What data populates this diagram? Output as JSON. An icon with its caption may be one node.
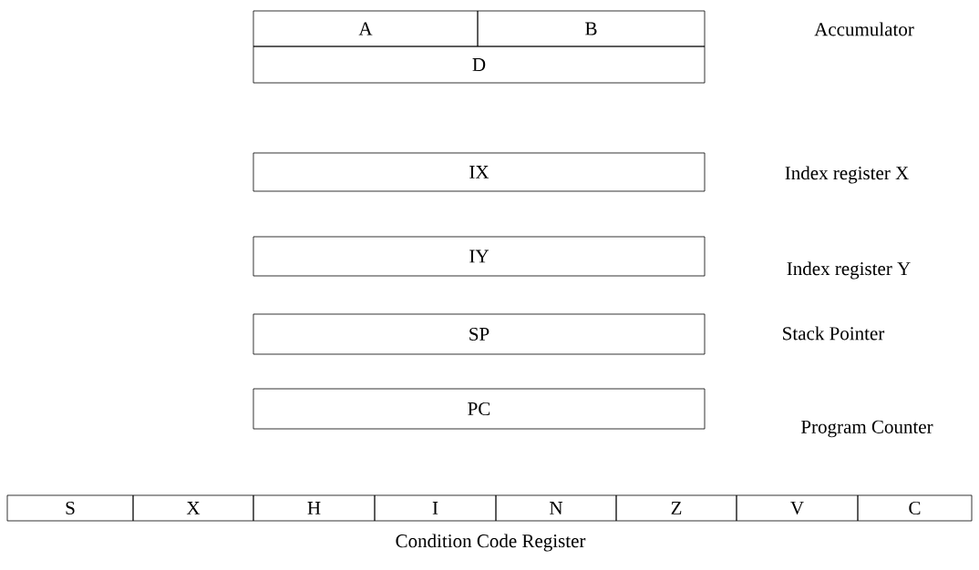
{
  "diagram": {
    "nodes": [
      {
        "text": [
          "A"
        ]
      },
      {
        "text": [
          "B"
        ]
      },
      {
        "text": [
          "D"
        ]
      },
      {
        "text": [
          "IX"
        ]
      },
      {
        "text": [
          "IY"
        ]
      },
      {
        "text": [
          "SP"
        ]
      },
      {
        "text": [
          "PC"
        ]
      },
      {
        "text": [
          "S"
        ]
      },
      {
        "text": [
          "X"
        ]
      },
      {
        "text": [
          "H"
        ]
      },
      {
        "text": [
          "I"
        ]
      },
      {
        "text": [
          "N"
        ]
      },
      {
        "text": [
          "Z"
        ]
      },
      {
        "text": [
          "V"
        ]
      },
      {
        "text": [
          "C"
        ]
      }
    ],
    "labels": [
      "Accumulator",
      "Index register X",
      "Index register Y",
      "Stack Pointer",
      "Program Counter",
      "Condition Code Register"
    ]
  }
}
